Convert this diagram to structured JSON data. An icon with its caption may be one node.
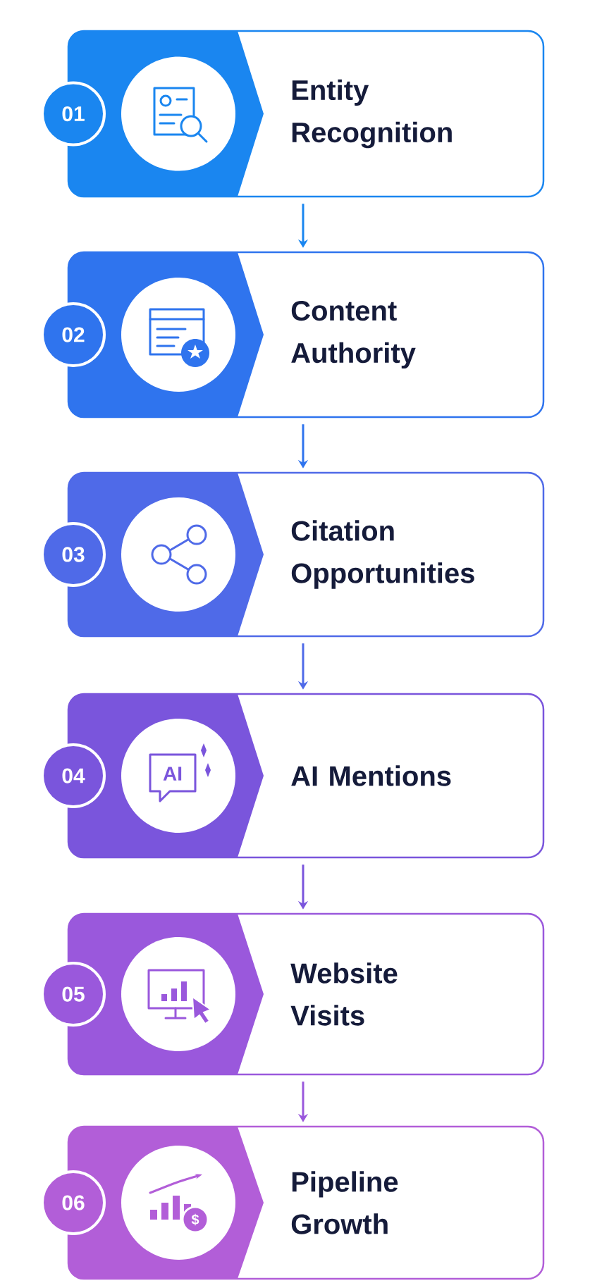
{
  "diagram": {
    "nodes": [
      {
        "text": [
          "Entity Recognition"
        ]
      },
      {
        "text": [
          "01"
        ]
      },
      {
        "text": [
          "Content Authority"
        ]
      },
      {
        "text": [
          "02"
        ]
      },
      {
        "text": [
          "Citation Opportunities"
        ]
      },
      {
        "text": [
          "03"
        ]
      },
      {
        "text": [
          "AI Mentions"
        ]
      },
      {
        "text": [
          "04"
        ]
      },
      {
        "text": [
          "Website Visits"
        ]
      },
      {
        "text": [
          "05"
        ]
      },
      {
        "text": [
          "Pipeline Growth"
        ]
      },
      {
        "text": [
          "06"
        ]
      }
    ],
    "edges": [
      {
        "from": 0,
        "to": 2,
        "arrow": "to",
        "color": "#1a86f0"
      },
      {
        "from": 2,
        "to": 4,
        "arrow": "to",
        "color": "#2f74ee"
      },
      {
        "from": 4,
        "to": 6,
        "arrow": "to",
        "color": "#4f6ae8"
      },
      {
        "from": 6,
        "to": 8,
        "arrow": "to",
        "color": "#7a55dc"
      },
      {
        "from": 8,
        "to": 10,
        "arrow": "to",
        "color": "#9a58dc"
      }
    ],
    "labels": [
      "AI",
      "$"
    ]
  }
}
